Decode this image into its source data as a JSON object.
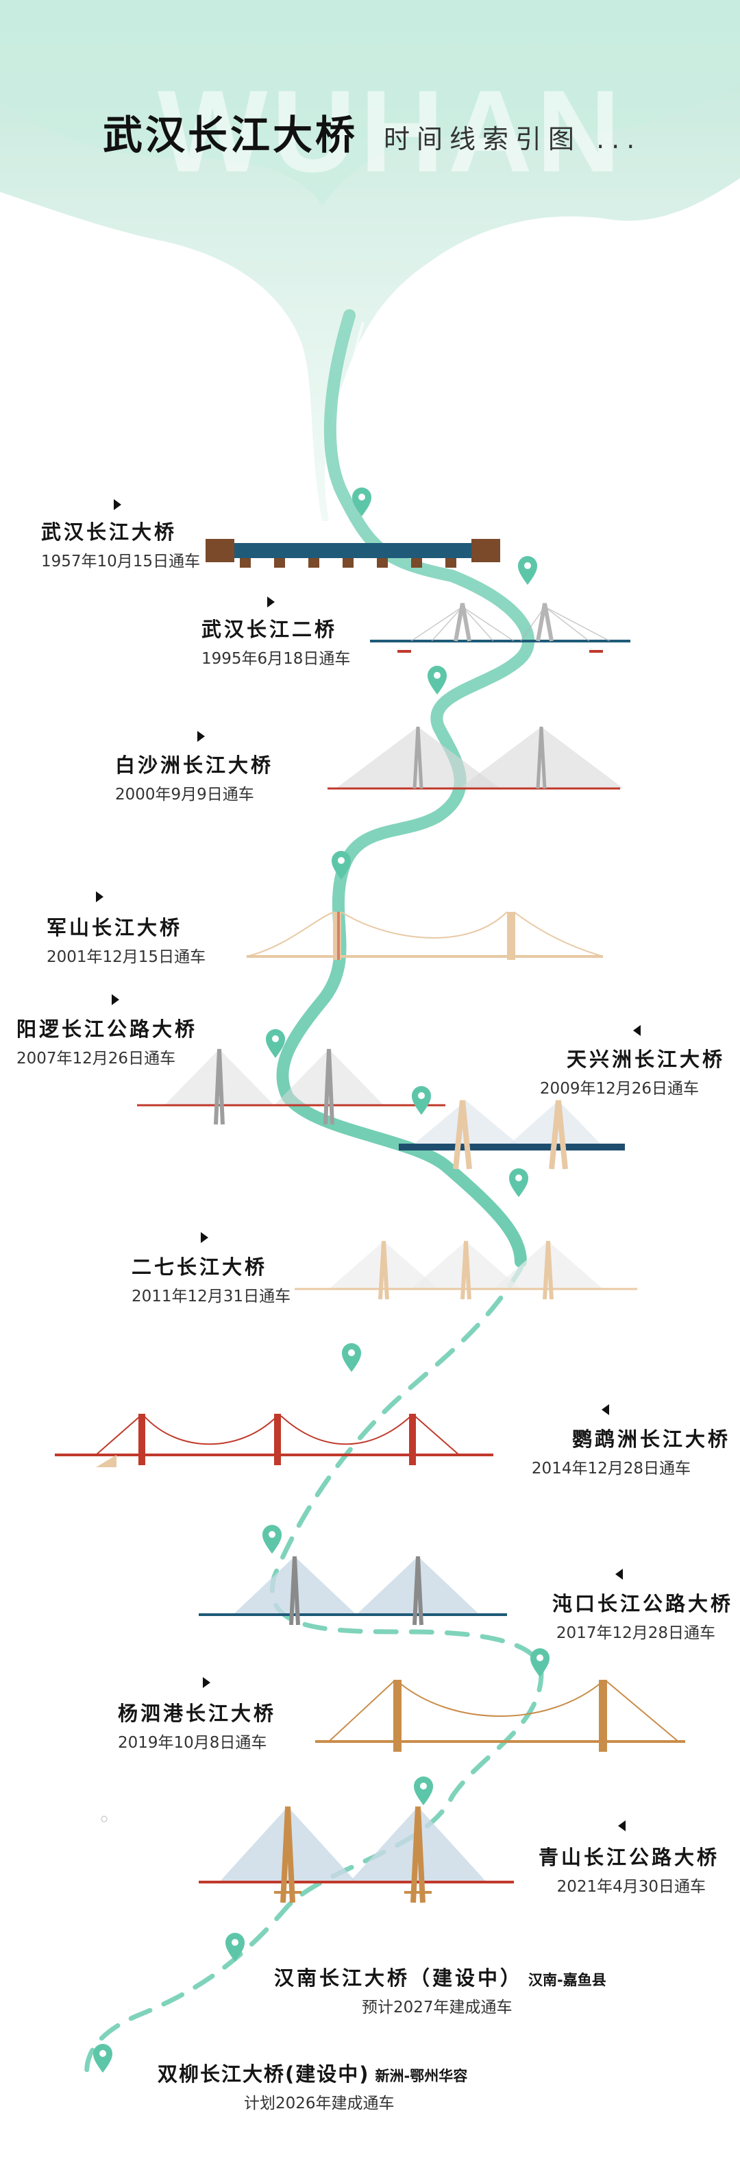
{
  "header": {
    "title": "武汉长江大桥",
    "subtitle": "时间线索引图 ...",
    "watermark": "WUHAN"
  },
  "colors": {
    "accent": "#5ec6a8",
    "mist": "#d6efe6",
    "navy": "#1f5a78",
    "red": "#c0392b",
    "sand": "#e8c9a4",
    "grey": "#b8b8b8"
  },
  "bridges": [
    {
      "name": "武汉长江大桥",
      "date": "1957年10月15日通车"
    },
    {
      "name": "武汉长江二桥",
      "date": "1995年6月18日通车"
    },
    {
      "name": "白沙洲长江大桥",
      "date": "2000年9月9日通车"
    },
    {
      "name": "军山长江大桥",
      "date": "2001年12月15日通车"
    },
    {
      "name": "阳逻长江公路大桥",
      "date": "2007年12月26日通车"
    },
    {
      "name": "天兴洲长江大桥",
      "date": "2009年12月26日通车"
    },
    {
      "name": "二七长江大桥",
      "date": "2011年12月31日通车"
    },
    {
      "name": "鹦鹉洲长江大桥",
      "date": "2014年12月28日通车"
    },
    {
      "name": "沌口长江公路大桥",
      "date": "2017年12月28日通车"
    },
    {
      "name": "杨泗港长江大桥",
      "date": "2019年10月8日通车"
    },
    {
      "name": "青山长江公路大桥",
      "date": "2021年4月30日通车"
    },
    {
      "name": "汉南长江大桥（建设中）",
      "extra": "汉南-嘉鱼县",
      "date": "预计2027年建成通车"
    },
    {
      "name": "双柳长江大桥(建设中)",
      "extra": "新洲-鄂州华容",
      "date": "计划2026年建成通车"
    }
  ]
}
